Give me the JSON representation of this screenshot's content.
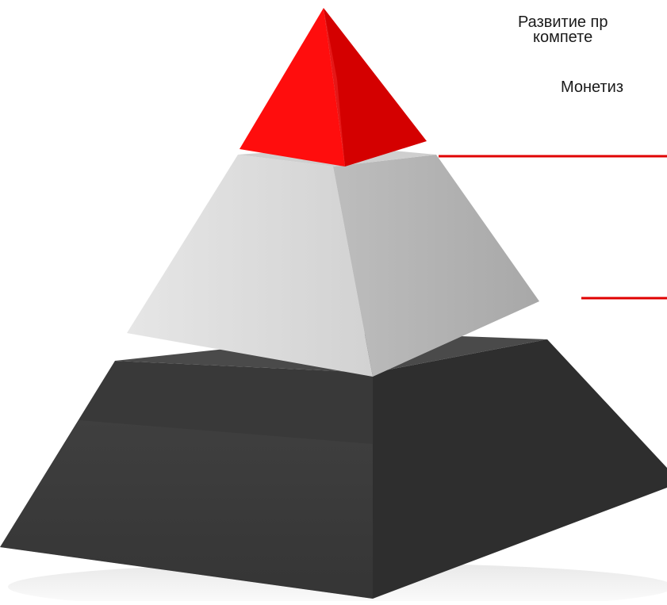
{
  "diagram": {
    "labels": {
      "top_line1": "Развитие пр",
      "top_line2": "компете",
      "top_line3": "Монетиз"
    },
    "tiers": [
      {
        "name": "top",
        "color": "#ff0000"
      },
      {
        "name": "middle",
        "color": "#d9d9d9"
      },
      {
        "name": "bottom",
        "color": "#3b3b3b"
      }
    ],
    "connector_color": "#e00000"
  }
}
